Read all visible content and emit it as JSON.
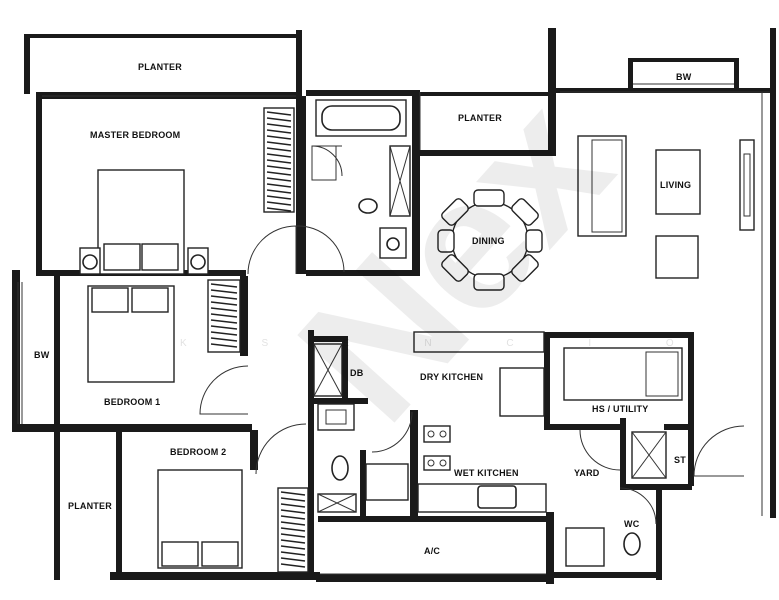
{
  "rooms": {
    "planter_top": "PLANTER",
    "master_bedroom": "MASTER BEDROOM",
    "planter_mid": "PLANTER",
    "bw_top": "BW",
    "living": "LIVING",
    "dining": "DINING",
    "bw_left": "BW",
    "bedroom1": "BEDROOM 1",
    "db": "DB",
    "dry_kitchen": "DRY KITCHEN",
    "hs_utility": "HS / UTILITY",
    "bedroom2": "BEDROOM 2",
    "wet_kitchen": "WET KITCHEN",
    "yard": "YARD",
    "st": "ST",
    "planter_left": "PLANTER",
    "wc": "WC",
    "ac": "A/C"
  },
  "watermark": {
    "main": "Nex",
    "sub": "K S E N C I O"
  }
}
